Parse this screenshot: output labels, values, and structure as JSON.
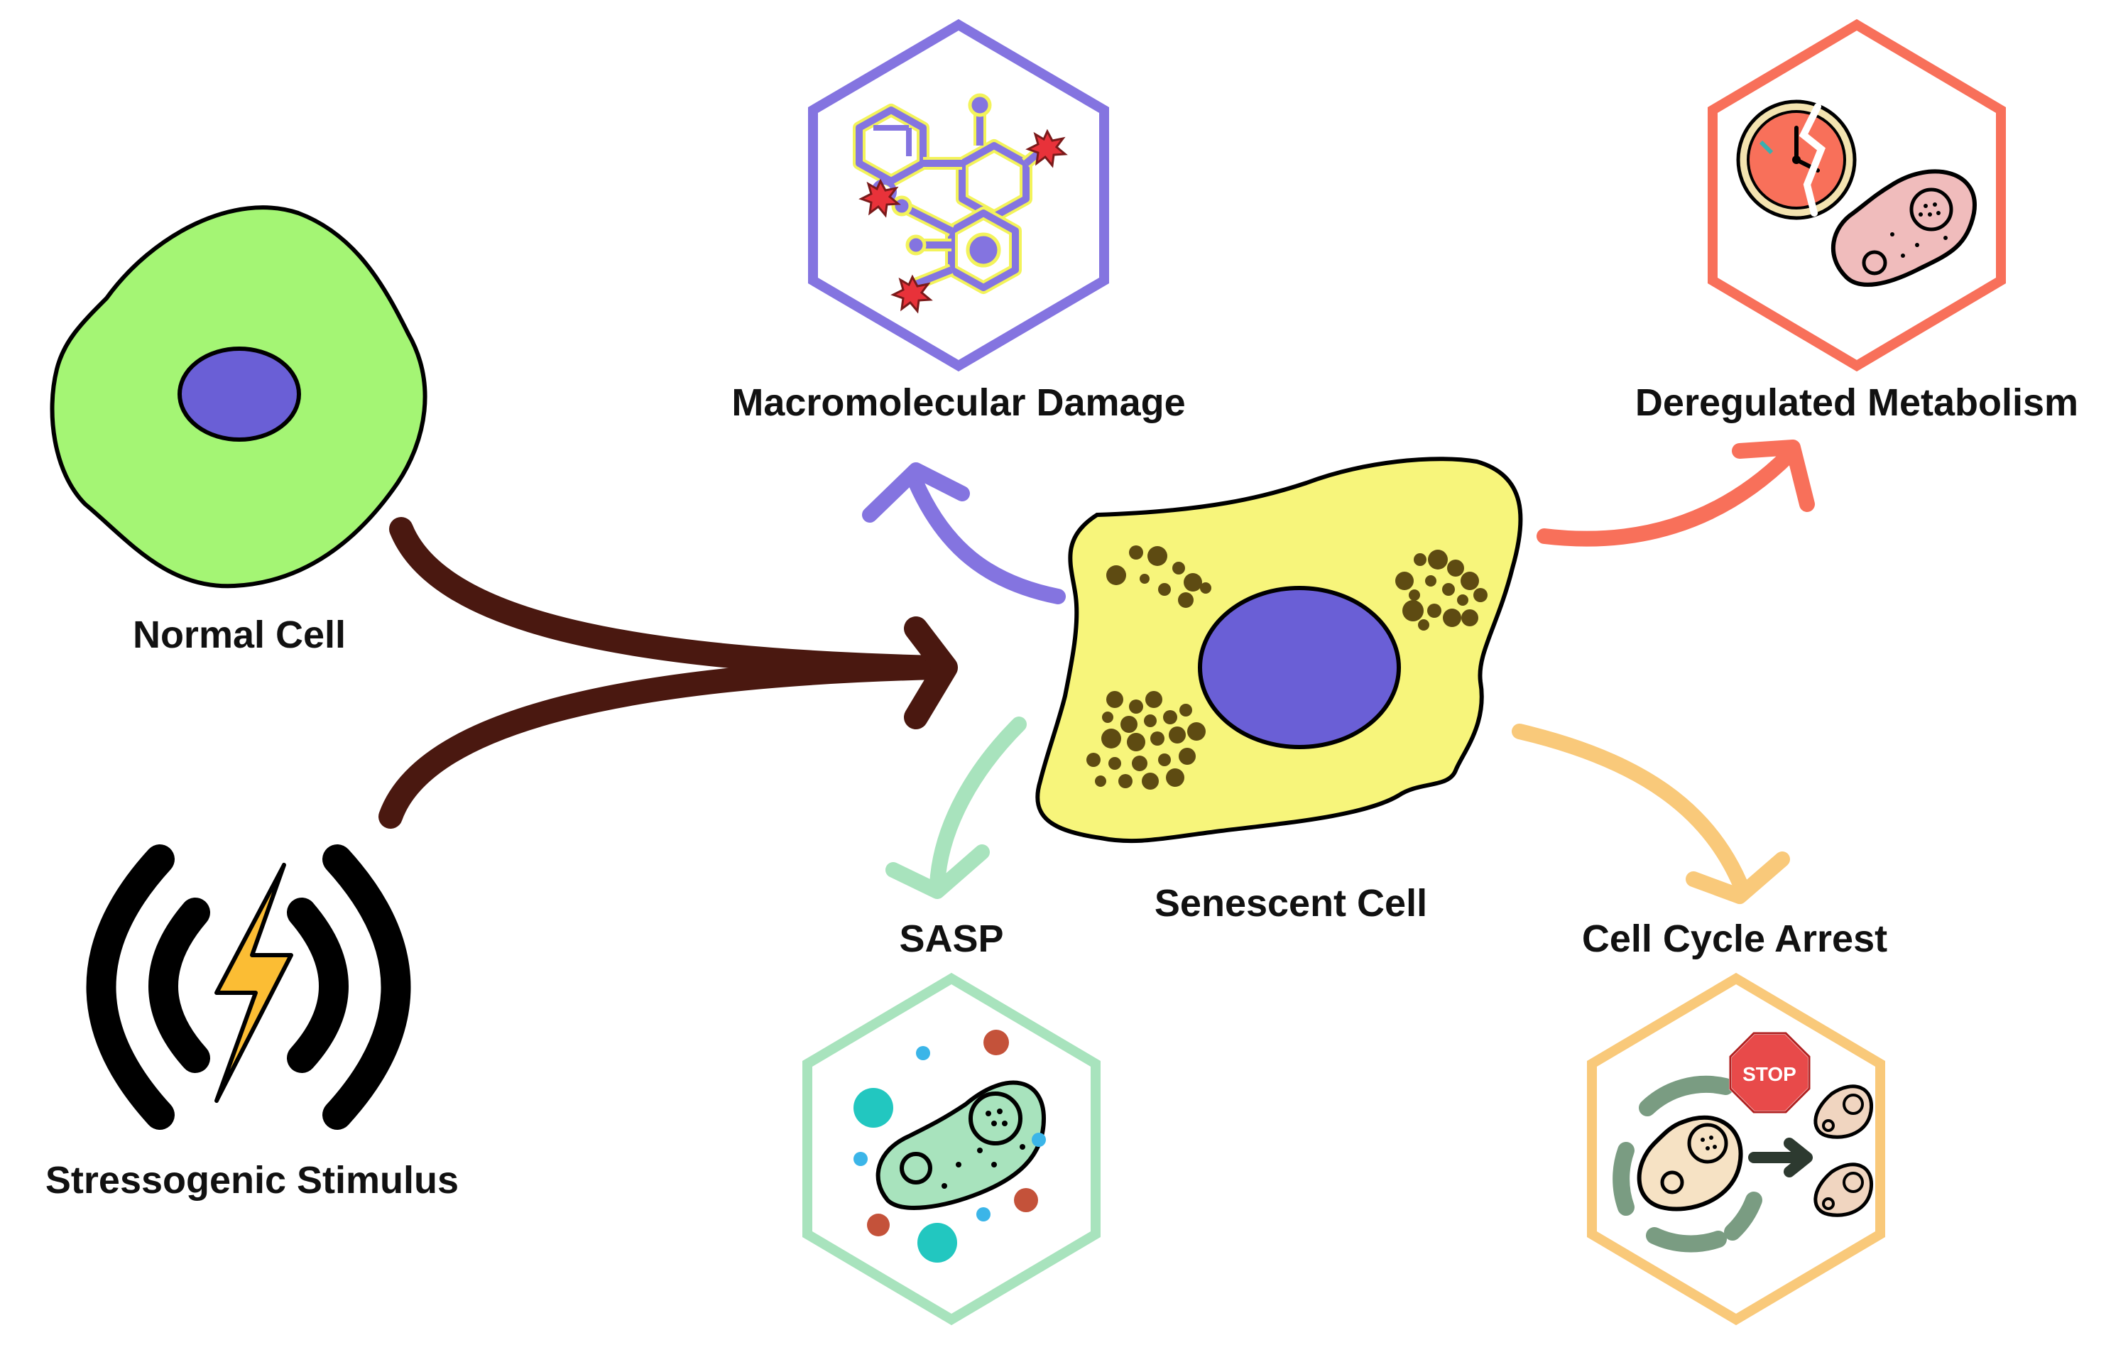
{
  "labels": {
    "normal_cell": "Normal Cell",
    "stressogenic_stimulus": "Stressogenic Stimulus",
    "senescent_cell": "Senescent Cell",
    "macromolecular_damage": "Macromolecular Damage",
    "deregulated_metabolism": "Deregulated Metabolism",
    "sasp": "SASP",
    "cell_cycle_arrest": "Cell Cycle Arrest",
    "stop_sign": "STOP"
  },
  "colors": {
    "normal_cell_fill": "#a4f574",
    "nucleus_fill": "#6a5fd6",
    "senescent_cell_fill": "#f7f57b",
    "granule_fill": "#5e4b12",
    "stimulus_arrow": "#4a1810",
    "macromolecular_damage_accent": "#8474e0",
    "deregulated_metabolism_accent": "#f8705a",
    "sasp_accent": "#a8e3bd",
    "cell_cycle_arrest_accent": "#f9c97a",
    "bolt_fill": "#fbbd34"
  },
  "icons": {
    "normal_cell": "normal-cell-icon",
    "stimulus": "stress-signal-icon",
    "senescent_cell": "senescent-cell-icon",
    "macromolecular_damage": "damaged-molecule-icon",
    "deregulated_metabolism": "broken-clock-cell-icon",
    "sasp": "secreting-cell-icon",
    "cell_cycle_arrest": "stopped-cycle-icon"
  }
}
